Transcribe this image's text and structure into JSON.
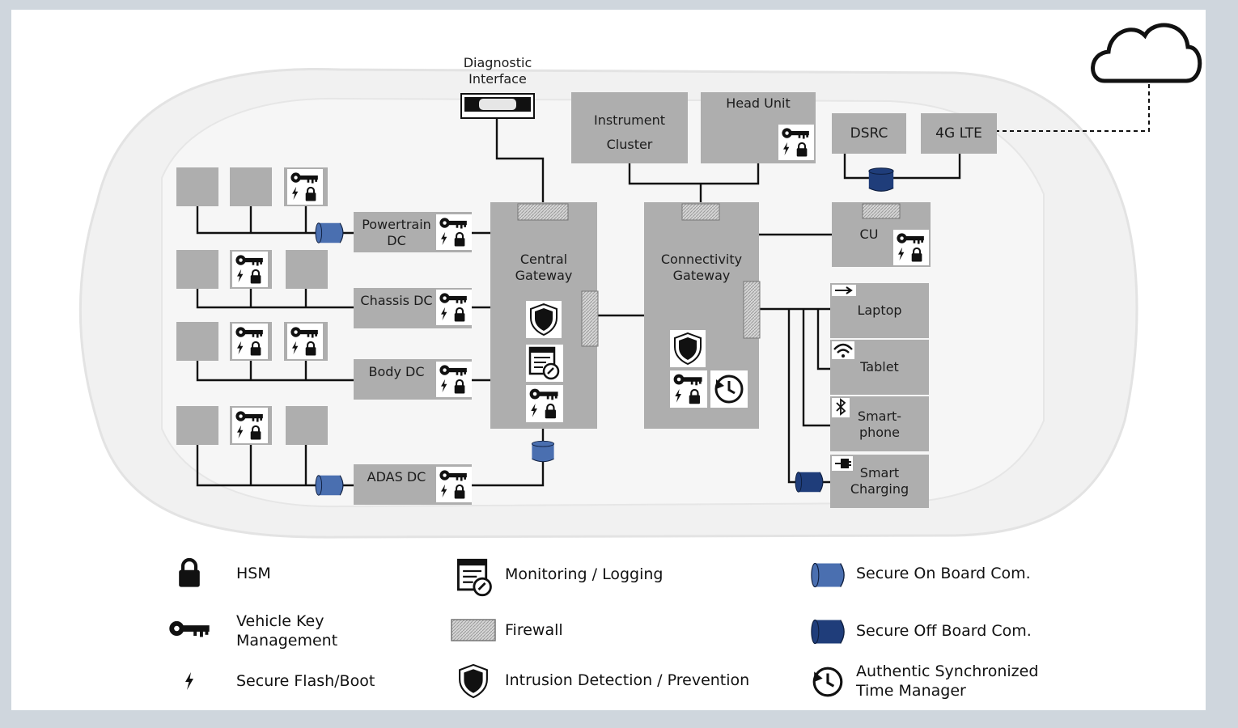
{
  "diagram": {
    "diagnostic": "Diagnostic Interface",
    "instrument": "Instrument Cluster",
    "headunit": "Head Unit",
    "dsrc": "DSRC",
    "lte": "4G LTE",
    "powertrain": "Powertrain DC",
    "chassis": "Chassis DC",
    "body": "Body DC",
    "adas": "ADAS DC",
    "central": "Central Gateway",
    "connectivity": "Connectivity Gateway",
    "cu": "CU",
    "laptop": "Laptop",
    "tablet": "Tablet",
    "smartphone": "Smart-phone",
    "charging": "Smart Charging"
  },
  "legend": {
    "hsm": "HSM",
    "key": "Vehicle Key Management",
    "flash": "Secure Flash/Boot",
    "monitor": "Monitoring / Logging",
    "firewall": "Firewall",
    "ids": "Intrusion Detection / Prevention",
    "onboard": "Secure On Board Com.",
    "offboard": "Secure Off Board Com.",
    "time": "Authentic Synchronized Time Manager"
  },
  "colors": {
    "box": "#aeaeae",
    "line": "#111111",
    "onboard": "#4a6fb0",
    "offboard": "#1f3d7a",
    "firewall": "#d0d0d0"
  }
}
